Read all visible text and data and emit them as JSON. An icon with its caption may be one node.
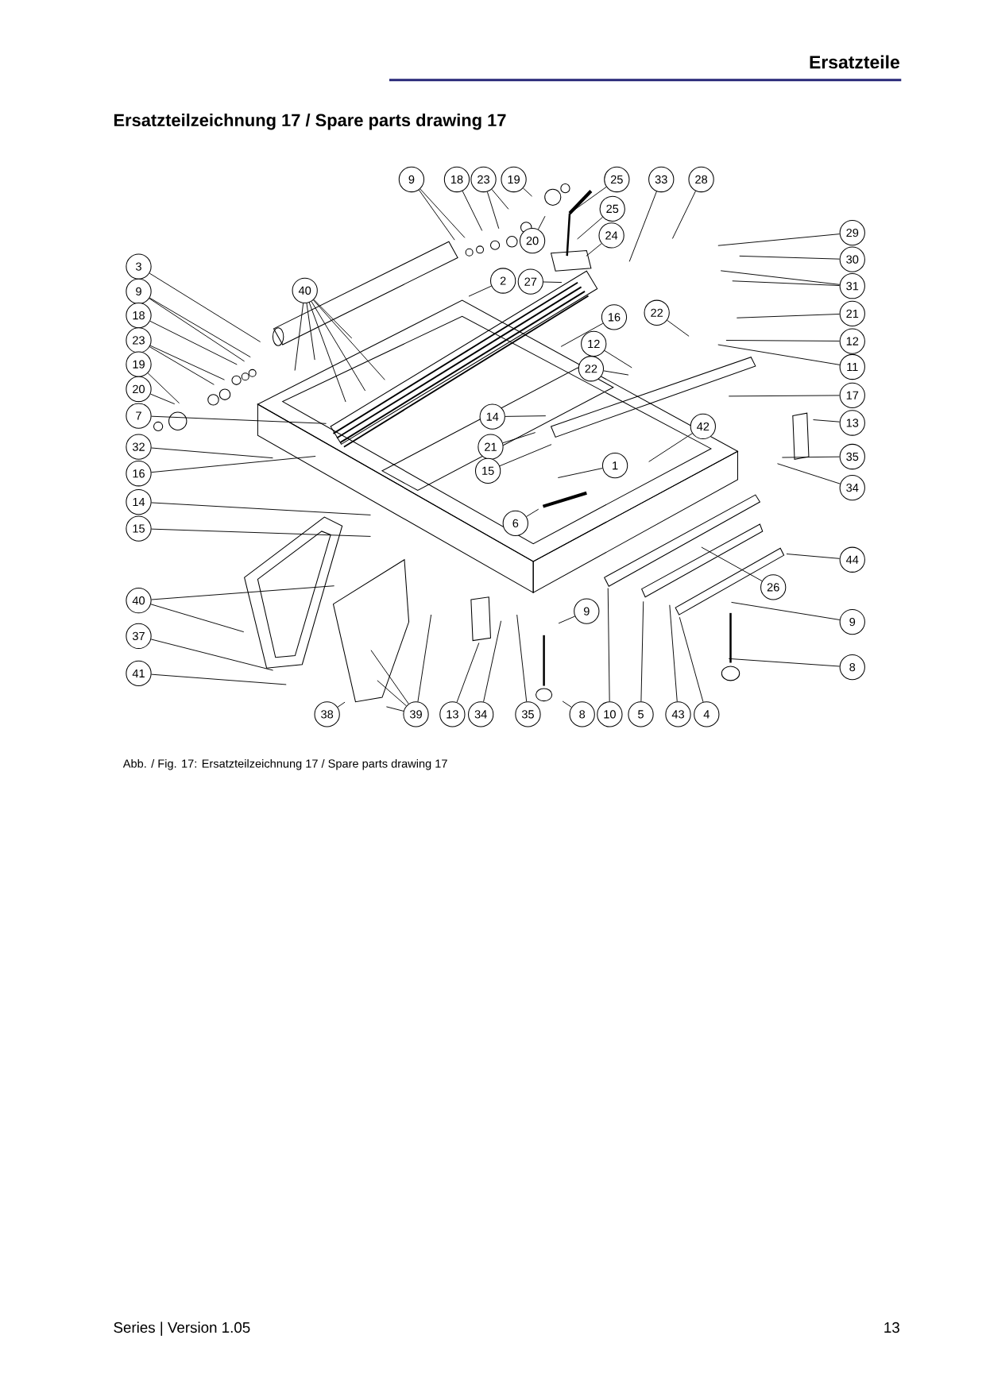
{
  "diagram": {
    "title": "Ersatzteilzeichnung 17 / Spare parts drawing 17",
    "caption": "Abb. / Fig. 17:  Ersatzteilzeichnung 17 / Spare parts drawing 17",
    "labels": [
      "Ersatzteile",
      "Series | Version 1.05",
      "13"
    ],
    "nodes": [
      {
        "text": [
          "9"
        ]
      },
      {
        "text": [
          "18"
        ]
      },
      {
        "text": [
          "23"
        ]
      },
      {
        "text": [
          "19"
        ]
      },
      {
        "text": [
          "25"
        ]
      },
      {
        "text": [
          "33"
        ]
      },
      {
        "text": [
          "28"
        ]
      },
      {
        "text": [
          "25"
        ]
      },
      {
        "text": [
          "24"
        ]
      },
      {
        "text": [
          "20"
        ]
      },
      {
        "text": [
          "29"
        ]
      },
      {
        "text": [
          "30"
        ]
      },
      {
        "text": [
          "3"
        ]
      },
      {
        "text": [
          "2"
        ]
      },
      {
        "text": [
          "27"
        ]
      },
      {
        "text": [
          "31"
        ]
      },
      {
        "text": [
          "40"
        ]
      },
      {
        "text": [
          "9"
        ]
      },
      {
        "text": [
          "22"
        ]
      },
      {
        "text": [
          "21"
        ]
      },
      {
        "text": [
          "18"
        ]
      },
      {
        "text": [
          "16"
        ]
      },
      {
        "text": [
          "23"
        ]
      },
      {
        "text": [
          "12"
        ]
      },
      {
        "text": [
          "12"
        ]
      },
      {
        "text": [
          "19"
        ]
      },
      {
        "text": [
          "11"
        ]
      },
      {
        "text": [
          "22"
        ]
      },
      {
        "text": [
          "20"
        ]
      },
      {
        "text": [
          "17"
        ]
      },
      {
        "text": [
          "7"
        ]
      },
      {
        "text": [
          "14"
        ]
      },
      {
        "text": [
          "13"
        ]
      },
      {
        "text": [
          "42"
        ]
      },
      {
        "text": [
          "32"
        ]
      },
      {
        "text": [
          "21"
        ]
      },
      {
        "text": [
          "35"
        ]
      },
      {
        "text": [
          "1"
        ]
      },
      {
        "text": [
          "15"
        ]
      },
      {
        "text": [
          "16"
        ]
      },
      {
        "text": [
          "34"
        ]
      },
      {
        "text": [
          "14"
        ]
      },
      {
        "text": [
          "6"
        ]
      },
      {
        "text": [
          "15"
        ]
      },
      {
        "text": [
          "44"
        ]
      },
      {
        "text": [
          "26"
        ]
      },
      {
        "text": [
          "40"
        ]
      },
      {
        "text": [
          "9"
        ]
      },
      {
        "text": [
          "9"
        ]
      },
      {
        "text": [
          "37"
        ]
      },
      {
        "text": [
          "8"
        ]
      },
      {
        "text": [
          "41"
        ]
      },
      {
        "text": [
          "38"
        ]
      },
      {
        "text": [
          "39"
        ]
      },
      {
        "text": [
          "13"
        ]
      },
      {
        "text": [
          "34"
        ]
      },
      {
        "text": [
          "35"
        ]
      },
      {
        "text": [
          "8"
        ]
      },
      {
        "text": [
          "10"
        ]
      },
      {
        "text": [
          "5"
        ]
      },
      {
        "text": [
          "43"
        ]
      },
      {
        "text": [
          "4"
        ]
      }
    ],
    "edges": [
      {
        "from": 0,
        "to": null,
        "arrow": "none"
      },
      {
        "from": 0,
        "to": null,
        "arrow": "none"
      },
      {
        "from": 1,
        "to": null,
        "arrow": "none"
      },
      {
        "from": 2,
        "to": null,
        "arrow": "none"
      },
      {
        "from": 2,
        "to": null,
        "arrow": "none"
      },
      {
        "from": 3,
        "to": null,
        "arrow": "none"
      },
      {
        "from": 4,
        "to": null,
        "arrow": "none"
      },
      {
        "from": 5,
        "to": null,
        "arrow": "none"
      },
      {
        "from": 6,
        "to": null,
        "arrow": "none"
      },
      {
        "from": 7,
        "to": null,
        "arrow": "none"
      },
      {
        "from": 8,
        "to": null,
        "arrow": "none"
      },
      {
        "from": 9,
        "to": null,
        "arrow": "none"
      },
      {
        "from": 10,
        "to": null,
        "arrow": "none"
      },
      {
        "from": 11,
        "to": null,
        "arrow": "none"
      },
      {
        "from": 12,
        "to": null,
        "arrow": "none"
      },
      {
        "from": 13,
        "to": null,
        "arrow": "none"
      },
      {
        "from": 14,
        "to": null,
        "arrow": "none"
      },
      {
        "from": 15,
        "to": null,
        "arrow": "none"
      },
      {
        "from": 15,
        "to": null,
        "arrow": "none"
      },
      {
        "from": 16,
        "to": null,
        "arrow": "none"
      },
      {
        "from": 16,
        "to": null,
        "arrow": "none"
      },
      {
        "from": 16,
        "to": null,
        "arrow": "none"
      },
      {
        "from": 16,
        "to": null,
        "arrow": "none"
      },
      {
        "from": 16,
        "to": null,
        "arrow": "none"
      },
      {
        "from": 16,
        "to": null,
        "arrow": "none"
      },
      {
        "from": 17,
        "to": null,
        "arrow": "none"
      },
      {
        "from": 17,
        "to": null,
        "arrow": "none"
      },
      {
        "from": 18,
        "to": null,
        "arrow": "none"
      },
      {
        "from": 19,
        "to": null,
        "arrow": "none"
      },
      {
        "from": 20,
        "to": null,
        "arrow": "none"
      },
      {
        "from": 21,
        "to": null,
        "arrow": "none"
      },
      {
        "from": 22,
        "to": null,
        "arrow": "none"
      },
      {
        "from": 22,
        "to": null,
        "arrow": "none"
      },
      {
        "from": 23,
        "to": null,
        "arrow": "none"
      },
      {
        "from": 24,
        "to": null,
        "arrow": "none"
      },
      {
        "from": 25,
        "to": null,
        "arrow": "none"
      },
      {
        "from": 26,
        "to": null,
        "arrow": "none"
      },
      {
        "from": 27,
        "to": null,
        "arrow": "none"
      },
      {
        "from": 28,
        "to": null,
        "arrow": "none"
      },
      {
        "from": 29,
        "to": null,
        "arrow": "none"
      },
      {
        "from": 30,
        "to": null,
        "arrow": "none"
      },
      {
        "from": 31,
        "to": null,
        "arrow": "none"
      },
      {
        "from": 32,
        "to": null,
        "arrow": "none"
      },
      {
        "from": 33,
        "to": null,
        "arrow": "none"
      },
      {
        "from": 34,
        "to": null,
        "arrow": "none"
      },
      {
        "from": 35,
        "to": null,
        "arrow": "none"
      },
      {
        "from": 36,
        "to": null,
        "arrow": "none"
      },
      {
        "from": 37,
        "to": null,
        "arrow": "none"
      },
      {
        "from": 38,
        "to": null,
        "arrow": "none"
      },
      {
        "from": 39,
        "to": null,
        "arrow": "none"
      },
      {
        "from": 40,
        "to": null,
        "arrow": "none"
      },
      {
        "from": 41,
        "to": null,
        "arrow": "none"
      },
      {
        "from": 42,
        "to": null,
        "arrow": "none"
      },
      {
        "from": 43,
        "to": null,
        "arrow": "none"
      },
      {
        "from": 44,
        "to": null,
        "arrow": "none"
      },
      {
        "from": 45,
        "to": null,
        "arrow": "none"
      },
      {
        "from": 46,
        "to": null,
        "arrow": "none"
      },
      {
        "from": 46,
        "to": null,
        "arrow": "none"
      },
      {
        "from": 47,
        "to": null,
        "arrow": "none"
      },
      {
        "from": 48,
        "to": null,
        "arrow": "none"
      },
      {
        "from": 49,
        "to": null,
        "arrow": "none"
      },
      {
        "from": 50,
        "to": null,
        "arrow": "none"
      },
      {
        "from": 51,
        "to": null,
        "arrow": "none"
      },
      {
        "from": 52,
        "to": null,
        "arrow": "none"
      },
      {
        "from": 53,
        "to": null,
        "arrow": "none"
      },
      {
        "from": 53,
        "to": null,
        "arrow": "none"
      },
      {
        "from": 53,
        "to": null,
        "arrow": "none"
      },
      {
        "from": 53,
        "to": null,
        "arrow": "none"
      },
      {
        "from": 54,
        "to": null,
        "arrow": "none"
      },
      {
        "from": 55,
        "to": null,
        "arrow": "none"
      },
      {
        "from": 56,
        "to": null,
        "arrow": "none"
      },
      {
        "from": 57,
        "to": null,
        "arrow": "none"
      },
      {
        "from": 58,
        "to": null,
        "arrow": "none"
      },
      {
        "from": 59,
        "to": null,
        "arrow": "none"
      },
      {
        "from": 60,
        "to": null,
        "arrow": "none"
      },
      {
        "from": 61,
        "to": null,
        "arrow": "none"
      }
    ]
  }
}
